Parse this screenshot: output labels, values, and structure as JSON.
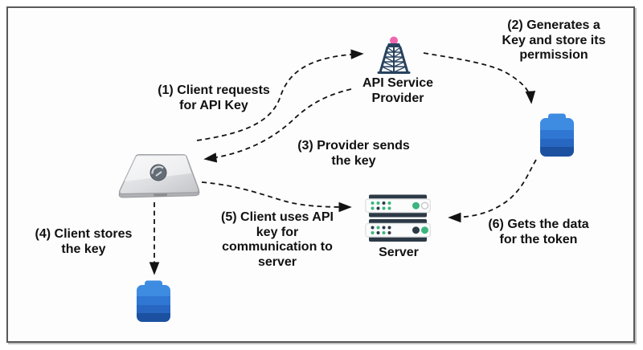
{
  "nodes": {
    "client": {
      "icon": "client-device-icon"
    },
    "provider": {
      "icon": "radio-tower-icon",
      "label_lines": [
        "API Service",
        "Provider"
      ]
    },
    "server": {
      "icon": "server-rack-icon",
      "label": "Server"
    },
    "provider_database": {
      "icon": "database-icon"
    },
    "client_database": {
      "icon": "database-icon"
    }
  },
  "steps": [
    {
      "id": 1,
      "lines": [
        "(1) Client requests",
        "for API Key"
      ]
    },
    {
      "id": 2,
      "lines": [
        "(2) Generates a",
        "Key and store its",
        "permission"
      ]
    },
    {
      "id": 3,
      "lines": [
        "(3) Provider sends",
        "the key"
      ]
    },
    {
      "id": 4,
      "lines": [
        "(4) Client stores",
        "the key"
      ]
    },
    {
      "id": 5,
      "lines": [
        "(5) Client uses API",
        "key for",
        "communication to",
        "server"
      ]
    },
    {
      "id": 6,
      "lines": [
        "(6) Gets the data",
        "for the token"
      ]
    }
  ],
  "colors": {
    "text": "#111111",
    "arrow": "#131313",
    "frame_border": "#58595b",
    "database_blue_top": "#3e8be2",
    "database_blue_mid": "#2f77d3",
    "database_blue_low": "#2767c1",
    "database_blue_bottom": "#1c51a1",
    "tower_navy": "#27425e",
    "tower_beacon_pink": "#ee66ae",
    "server_green": "#3cb57e",
    "server_dark": "#2c3a46",
    "client_pad_gray": "#d2d3d6"
  }
}
